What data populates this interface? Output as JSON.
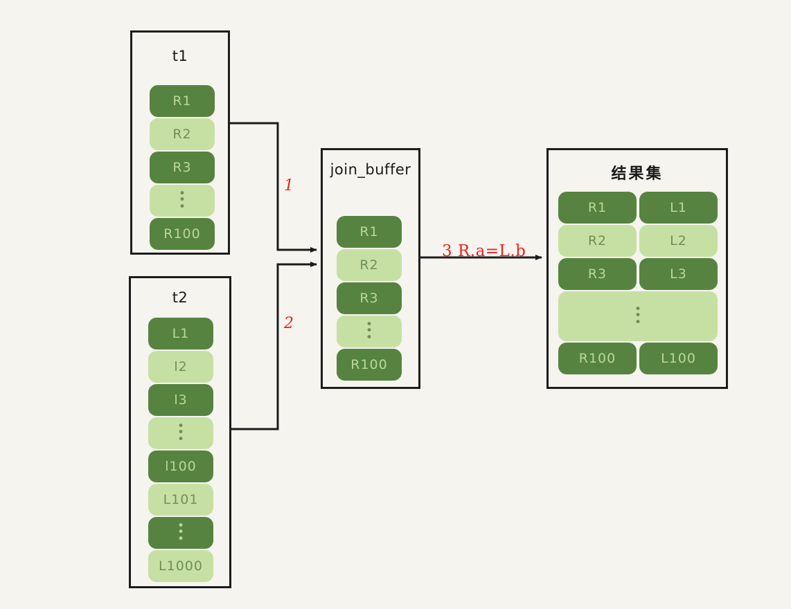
{
  "diagram": {
    "title": "MySQL Block Nested Loop Join (join_buffer) flow",
    "background_color": "#f5f4ef",
    "pill_dark_color": "#578340",
    "pill_light_color": "#c6e0a4",
    "annotation_color": "#ef2020",
    "line_color": "#1c1c1c"
  },
  "tables": {
    "t1": {
      "title": "t1",
      "rows": [
        {
          "label": "R1",
          "shade": "dark"
        },
        {
          "label": "R2",
          "shade": "light"
        },
        {
          "label": "R3",
          "shade": "dark"
        },
        {
          "label": "⋮",
          "shade": "light",
          "is_ellipsis": true
        },
        {
          "label": "R100",
          "shade": "dark"
        }
      ]
    },
    "t2": {
      "title": "t2",
      "rows": [
        {
          "label": "L1",
          "shade": "dark"
        },
        {
          "label": "l2",
          "shade": "light"
        },
        {
          "label": "l3",
          "shade": "dark"
        },
        {
          "label": "⋮",
          "shade": "light",
          "is_ellipsis": true
        },
        {
          "label": "l100",
          "shade": "dark"
        },
        {
          "label": "L101",
          "shade": "light"
        },
        {
          "label": "⋮",
          "shade": "dark",
          "is_ellipsis": true
        },
        {
          "label": "L1000",
          "shade": "light"
        }
      ]
    },
    "join_buffer": {
      "title": "join_buffer",
      "rows": [
        {
          "label": "R1",
          "shade": "dark"
        },
        {
          "label": "R2",
          "shade": "light"
        },
        {
          "label": "R3",
          "shade": "dark"
        },
        {
          "label": "⋮",
          "shade": "light",
          "is_ellipsis": true
        },
        {
          "label": "R100",
          "shade": "dark"
        }
      ]
    },
    "result_set": {
      "title": "结果集",
      "rows": [
        {
          "left": "R1",
          "right": "L1",
          "shade": "dark",
          "span": false
        },
        {
          "left": "R2",
          "right": "L2",
          "shade": "light",
          "span": false
        },
        {
          "left": "R3",
          "right": "L3",
          "shade": "dark",
          "span": false
        },
        {
          "left": "⋮",
          "right": "",
          "shade": "light",
          "span": true,
          "is_ellipsis": true
        },
        {
          "left": "R100",
          "right": "L100",
          "shade": "dark",
          "span": false
        }
      ]
    }
  },
  "annotations": {
    "step1": "1",
    "step2": "2",
    "step3": "3  R.a=L.b"
  }
}
